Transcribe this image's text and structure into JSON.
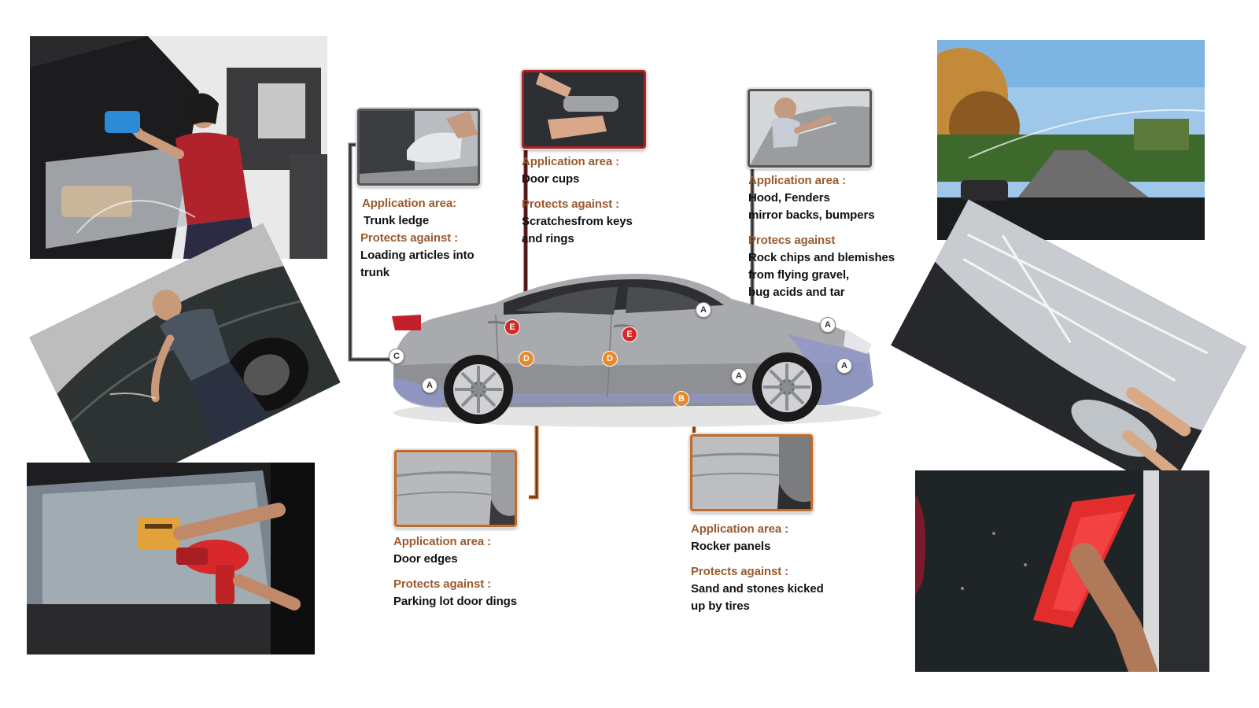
{
  "zones": [
    {
      "id": "trunk",
      "app_heading": "Application area:",
      "app_lines": [
        "Trunk ledge"
      ],
      "prot_heading": "Protects against :",
      "prot_lines": [
        "Loading articles into",
        "trunk"
      ]
    },
    {
      "id": "cups",
      "app_heading": "Application area :",
      "app_lines": [
        "Door cups"
      ],
      "prot_heading": "Protects against :",
      "prot_lines": [
        "Scratchesfrom keys",
        "and rings"
      ]
    },
    {
      "id": "hood",
      "app_heading": "Application area :",
      "app_lines": [
        "Hood, Fenders",
        "mirror backs, bumpers"
      ],
      "prot_heading": "Protecs against",
      "prot_lines": [
        "Rock chips and blemishes",
        "from flying gravel,",
        "bug acids and tar"
      ]
    },
    {
      "id": "edges",
      "app_heading": "Application area :",
      "app_lines": [
        "Door edges"
      ],
      "prot_heading": "Protects against :",
      "prot_lines": [
        "Parking lot door dings"
      ]
    },
    {
      "id": "rocker",
      "app_heading": "Application  area :",
      "app_lines": [
        "Rocker panels"
      ],
      "prot_heading": "Protects against :",
      "prot_lines": [
        "Sand and stones kicked",
        "up by tires"
      ]
    }
  ],
  "markers": {
    "A": "A",
    "B": "B",
    "C": "C",
    "D": "D",
    "E": "E"
  },
  "colors": {
    "heading": "#9a5a2e",
    "text": "#111111",
    "red_frame": "#b01e1e",
    "orange_frame": "#c26a2a",
    "gray_frame": "#555555",
    "marker_red": "#d62828",
    "marker_orange": "#e88a2a"
  }
}
